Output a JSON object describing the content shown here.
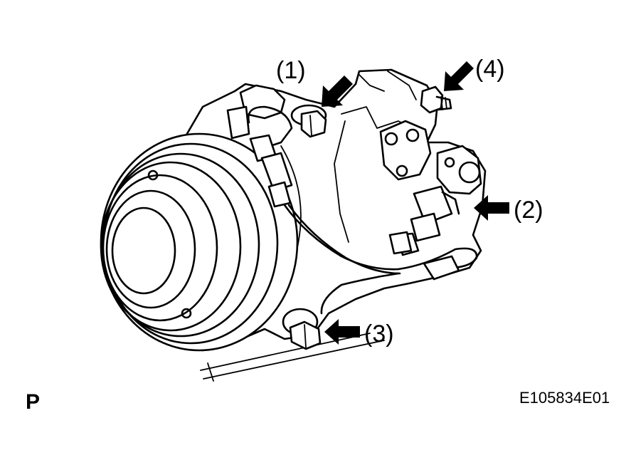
{
  "figure": {
    "subject": "air-conditioning-compressor",
    "callouts": [
      {
        "id": "callout-1",
        "label": "(1)"
      },
      {
        "id": "callout-2",
        "label": "(2)"
      },
      {
        "id": "callout-3",
        "label": "(3)"
      },
      {
        "id": "callout-4",
        "label": "(4)"
      }
    ],
    "view_label": "P",
    "figure_id": "E105834E01"
  }
}
